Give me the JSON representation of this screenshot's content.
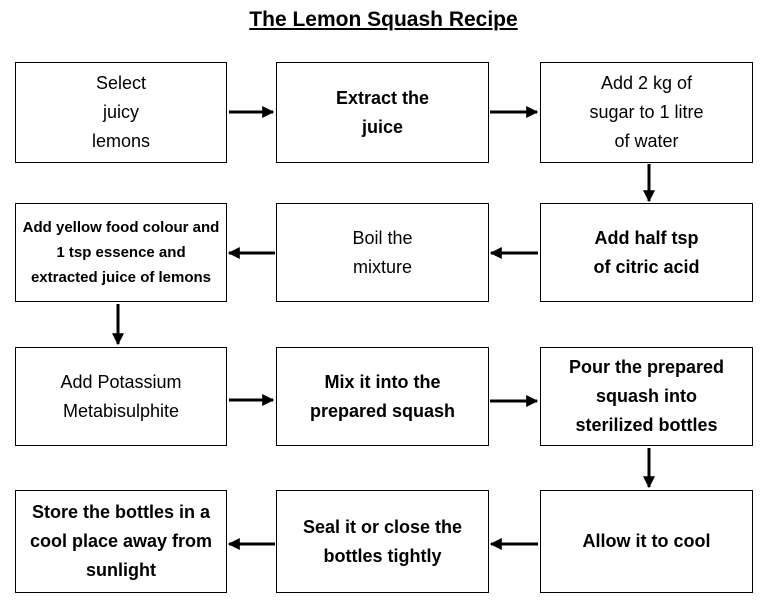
{
  "title": "The Lemon Squash Recipe",
  "steps": [
    "Select juicy lemons",
    "Extract the juice",
    "Add 2 kg of sugar to 1 litre of water",
    "Add half tsp of citric acid",
    "Boil the mixture",
    "Add yellow food colour and 1 tsp essence and extracted juice of lemons",
    "Add Potassium Metabisulphite",
    "Mix it into the prepared squash",
    "Pour the prepared squash into sterilized bottles",
    "Allow it to cool",
    "Seal it or close the bottles tightly",
    "Store the bottles in a cool place away from sunlight"
  ]
}
